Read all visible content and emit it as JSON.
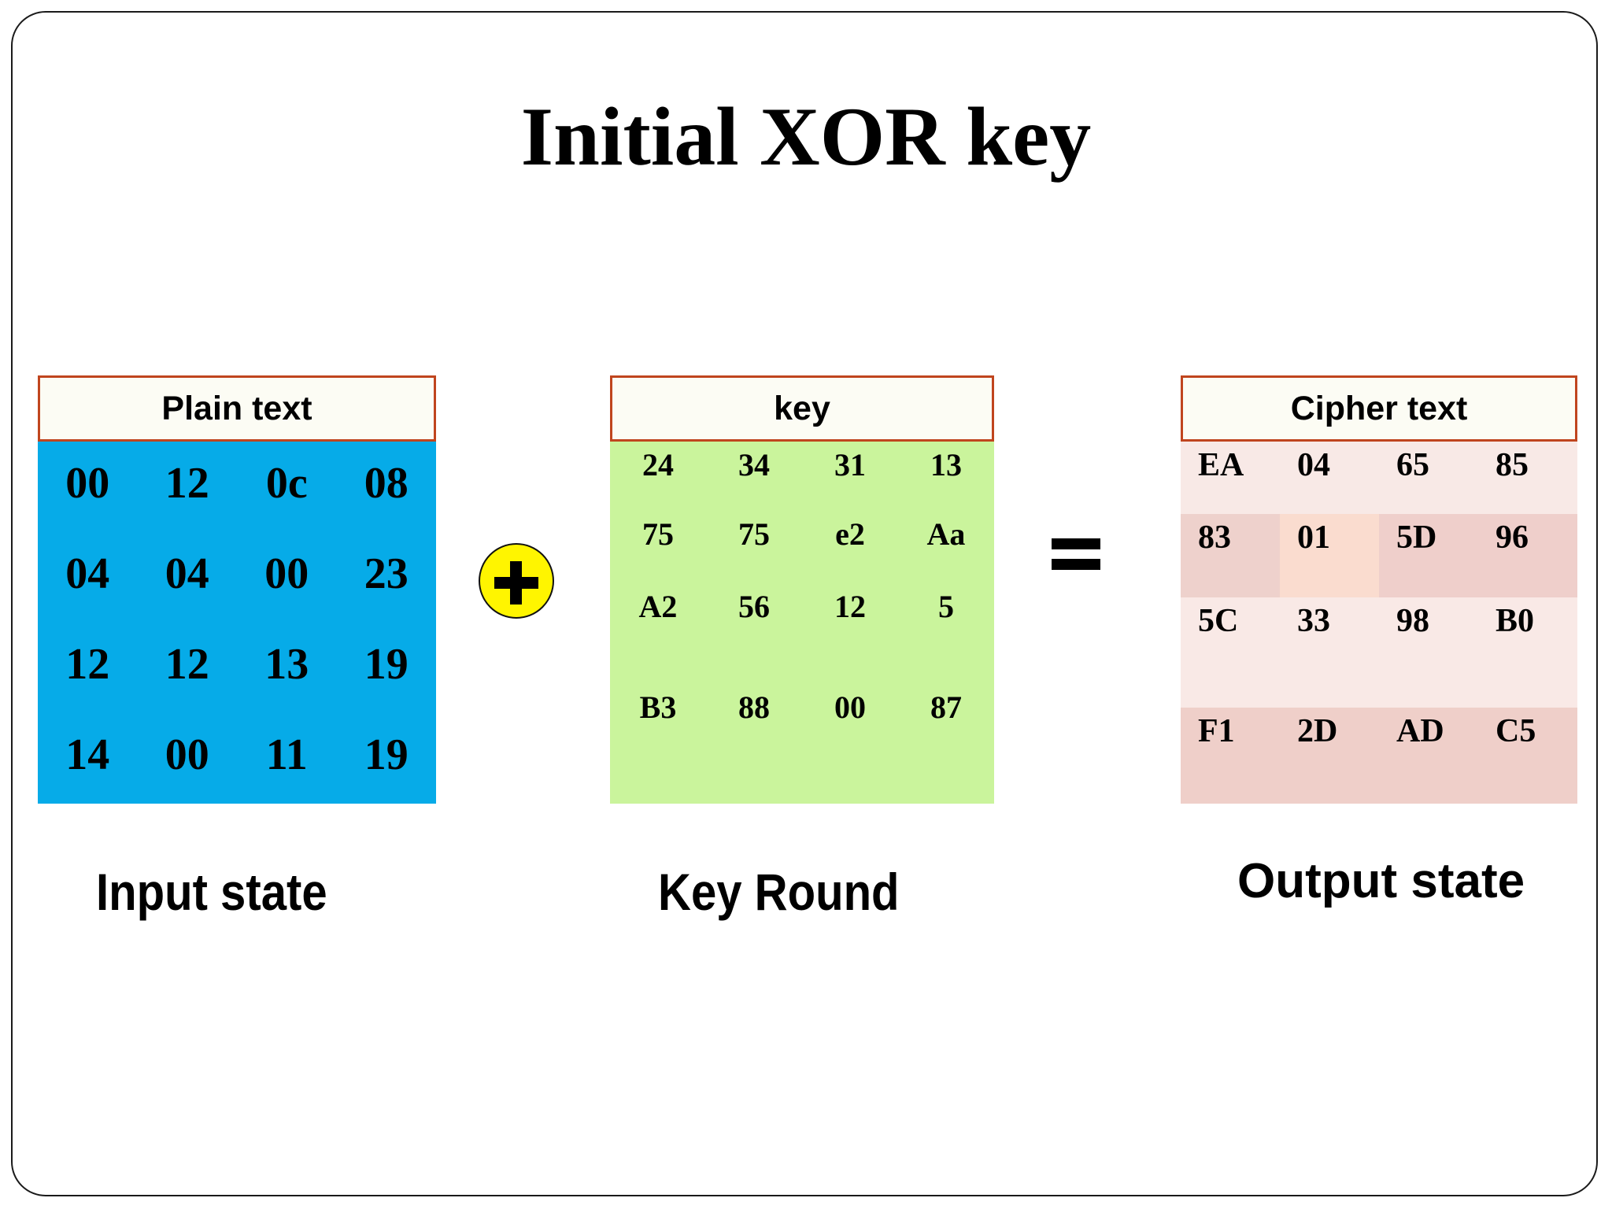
{
  "slide": {
    "title": "Initial XOR key",
    "frame_border_color": "#1a1a1a",
    "background_color": "#ffffff"
  },
  "panels": {
    "plain": {
      "header_label": "Plain text",
      "caption": "Input state",
      "fill_color": "#06ABE8",
      "header_border_color": "#C0451E",
      "header_fill_color": "#FCFCF4",
      "rows": [
        [
          "00",
          "12",
          "0c",
          "08"
        ],
        [
          "04",
          "04",
          "00",
          "23"
        ],
        [
          "12",
          "12",
          "13",
          "19"
        ],
        [
          "14",
          "00",
          "11",
          "19"
        ]
      ]
    },
    "key": {
      "header_label": "key",
      "caption": "Key Round",
      "fill_color": "#CAF49C",
      "header_border_color": "#C0451E",
      "header_fill_color": "#FCFCF4",
      "rows": [
        [
          "24",
          "34",
          "31",
          "13"
        ],
        [
          "75",
          "75",
          "e2",
          "Aa"
        ],
        [
          "A2",
          "56",
          "12",
          "5"
        ],
        [
          "B3",
          "88",
          "00",
          "87"
        ]
      ]
    },
    "cipher": {
      "header_label": "Cipher text",
      "caption": "Output state",
      "header_border_color": "#C0451E",
      "header_fill_color": "#FCFCF4",
      "rows": [
        [
          "EA",
          "04",
          "65",
          "85"
        ],
        [
          "83",
          "01",
          "5D",
          "96"
        ],
        [
          "5C",
          "33",
          "98",
          "B0"
        ],
        [
          "F1",
          "2D",
          "AD",
          "C5"
        ]
      ],
      "cell_colors": [
        [
          "#F8E9E6",
          "#F8E9E6",
          "#F8E9E6",
          "#F8E9E6"
        ],
        [
          "#EED1CC",
          "#FADCCF",
          "#EFCFCB",
          "#EFCFCB"
        ],
        [
          "#F9E9E6",
          "#F9E9E6",
          "#F9E9E6",
          "#F9E9E6"
        ],
        [
          "#EFCFC9",
          "#EFCFC9",
          "#EFCFC9",
          "#EFCFC9"
        ]
      ]
    }
  },
  "operators": {
    "plus_symbol": "+",
    "plus_circle_color": "#FFF500",
    "equals_symbol": "="
  }
}
